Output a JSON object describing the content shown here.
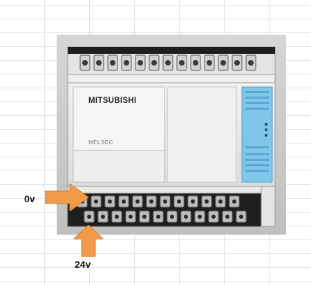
{
  "photo": {
    "brand": "MITSUBISHI",
    "model": "MELSEC"
  },
  "labels": {
    "zero_v": "0v",
    "twenty_four_v": "24v"
  },
  "colors": {
    "arrow": "#f39a4a",
    "led_panel": "#7fc6e8",
    "plc_body": "#ecedec"
  }
}
